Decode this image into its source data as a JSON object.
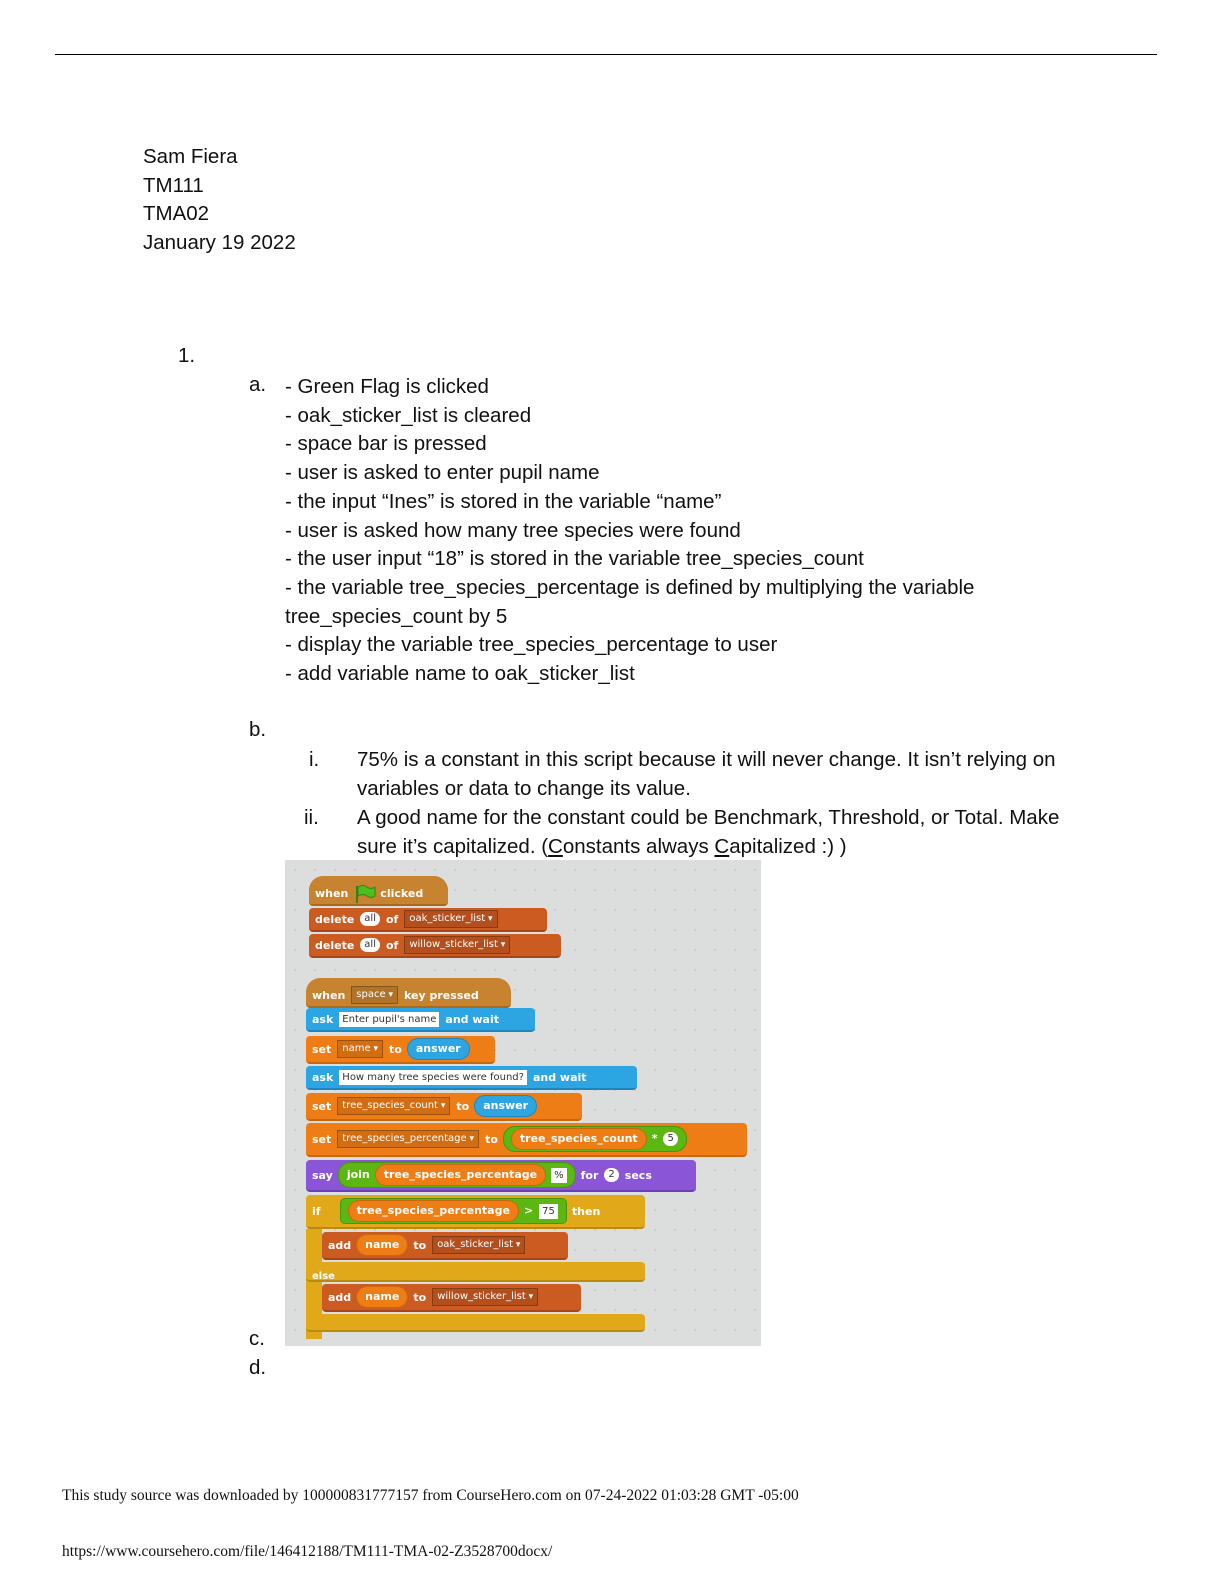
{
  "header": {
    "name": "Sam Fiera",
    "course": "TM111",
    "assignment": "TMA02",
    "date": "January 19 2022"
  },
  "question": {
    "number": "1.",
    "part_a": {
      "label": "a.",
      "items": [
        "- Green Flag is clicked",
        "- oak_sticker_list is cleared",
        "- space bar is pressed",
        "- user is asked to enter pupil name",
        "- the input “Ines” is stored in the variable “name”",
        "- user is asked how many tree species were found",
        "- the user input “18” is stored in the variable tree_species_count",
        "- the variable tree_species_percentage is defined by multiplying the variable tree_species_count by 5",
        "- display the variable tree_species_percentage to user",
        "- add variable name to oak_sticker_list"
      ]
    },
    "part_b": {
      "label": "b.",
      "i_label": "i.",
      "i_text": "75% is a constant in this script because it will never change. It isn’t relying on variables or data to change its value.",
      "ii_label": "ii.",
      "ii_text_before": "A good name for the constant could be Benchmark, Threshold, or Total. Make sure it’s capitalized. (",
      "ii_c1": "C",
      "ii_mid": "onstants always ",
      "ii_c2": "C",
      "ii_after": "apitalized :) )"
    },
    "part_c": {
      "label": "c."
    },
    "part_d": {
      "label": "d."
    }
  },
  "scratch": {
    "when": "when",
    "clicked": "clicked",
    "delete": "delete",
    "all": "all",
    "of": "of",
    "oak_list": "oak_sticker_list",
    "willow_list": "willow_sticker_list",
    "key": "space",
    "key_pressed": "key pressed",
    "ask": "ask",
    "and_wait": "and wait",
    "ask1": "Enter pupil's name",
    "ask2": "How many tree species were found?",
    "set": "set",
    "to": "to",
    "var_name": "name",
    "answer": "answer",
    "var_count": "tree_species_count",
    "var_pct": "tree_species_percentage",
    "times": "*",
    "five": "5",
    "say": "say",
    "join": "join",
    "percent": "%",
    "for": "for",
    "two": "2",
    "secs": "secs",
    "if": "if",
    "gt": ">",
    "seventy_five": "75",
    "then": "then",
    "add": "add",
    "else": "else"
  },
  "footer": {
    "line1": "This study source was downloaded by 100000831777157 from CourseHero.com on 07-24-2022 01:03:28 GMT -05:00",
    "line2": "https://www.coursehero.com/file/146412188/TM111-TMA-02-Z3528700docx/"
  }
}
